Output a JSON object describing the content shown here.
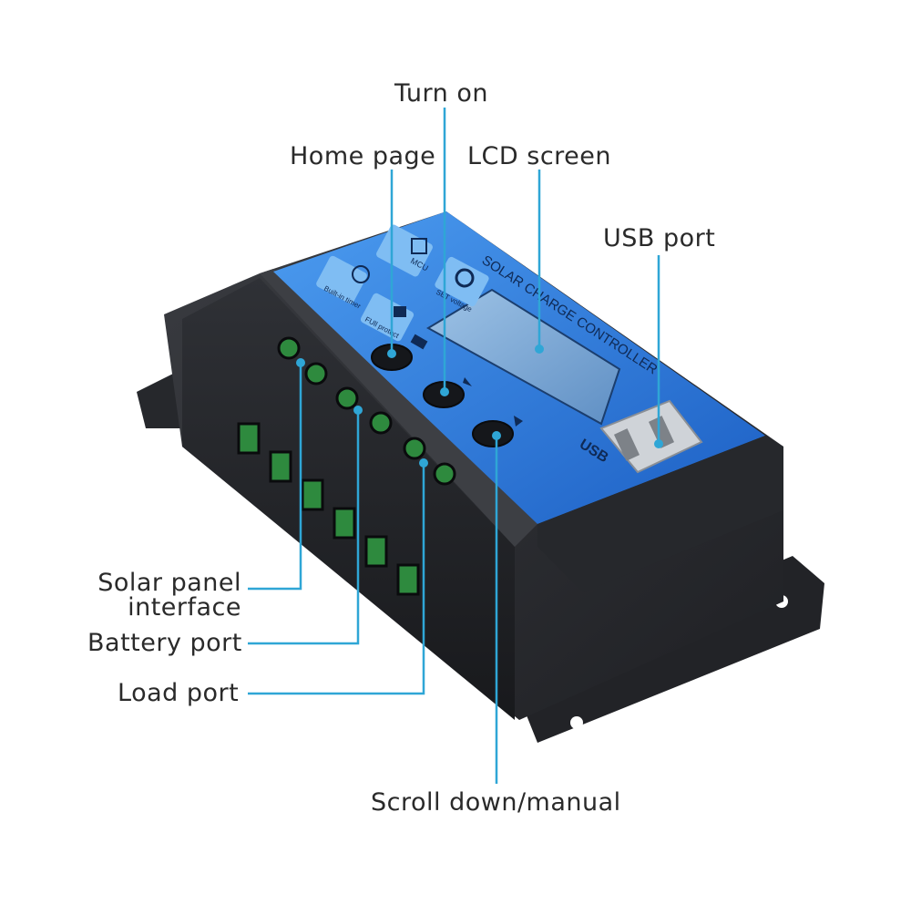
{
  "colors": {
    "callout_line": "#2fa6d6",
    "label_text": "#2a2a2a",
    "housing": "#2b2d31",
    "panel_blue": "#2f7fe0"
  },
  "device": {
    "printed_title": "SOLAR CHARGE CONTROLLER",
    "panel_text_1": "MCU",
    "panel_text_2": "Built-in timer",
    "panel_text_3": "SET voltage",
    "panel_text_4": "FUll protect",
    "usb_mark": "USB"
  },
  "callouts": [
    {
      "id": "turn-on",
      "text": "Turn on"
    },
    {
      "id": "home-page",
      "text": "Home page"
    },
    {
      "id": "lcd-screen",
      "text": "LCD screen"
    },
    {
      "id": "usb-port",
      "text": "USB port"
    },
    {
      "id": "solar-panel-interface",
      "text": "Solar panel interface"
    },
    {
      "id": "battery-port",
      "text": "Battery port"
    },
    {
      "id": "load-port",
      "text": "Load port"
    },
    {
      "id": "scroll-down-manual",
      "text": "Scroll down/manual"
    }
  ]
}
